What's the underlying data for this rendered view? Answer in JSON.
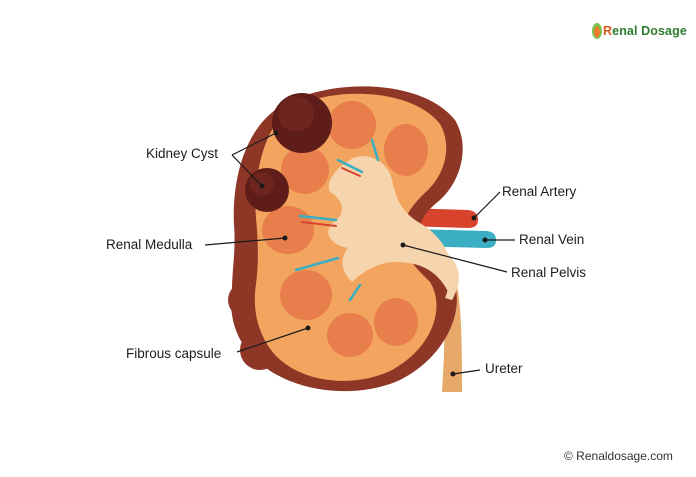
{
  "brand": {
    "logo_first_letter": "R",
    "logo_rest": "enal Dosage",
    "colors": {
      "primary": "#2f7d2f",
      "accent": "#e0571e"
    }
  },
  "labels": {
    "kidney_cyst": "Kidney Cyst",
    "renal_medulla": "Renal Medulla",
    "fibrous_capsule": "Fibrous capsule",
    "renal_artery": "Renal Artery",
    "renal_vein": "Renal Vein",
    "renal_pelvis": "Renal Pelvis",
    "ureter": "Ureter"
  },
  "footer": {
    "copyright": "© Renaldosage.com"
  },
  "colors": {
    "capsule": "#8f3727",
    "cortex": "#f3a55f",
    "medulla": "#e77e4b",
    "pelvis": "#f6d4ad",
    "cyst": "#5e1d18",
    "artery": "#d7432c",
    "vein": "#3aaec2"
  }
}
